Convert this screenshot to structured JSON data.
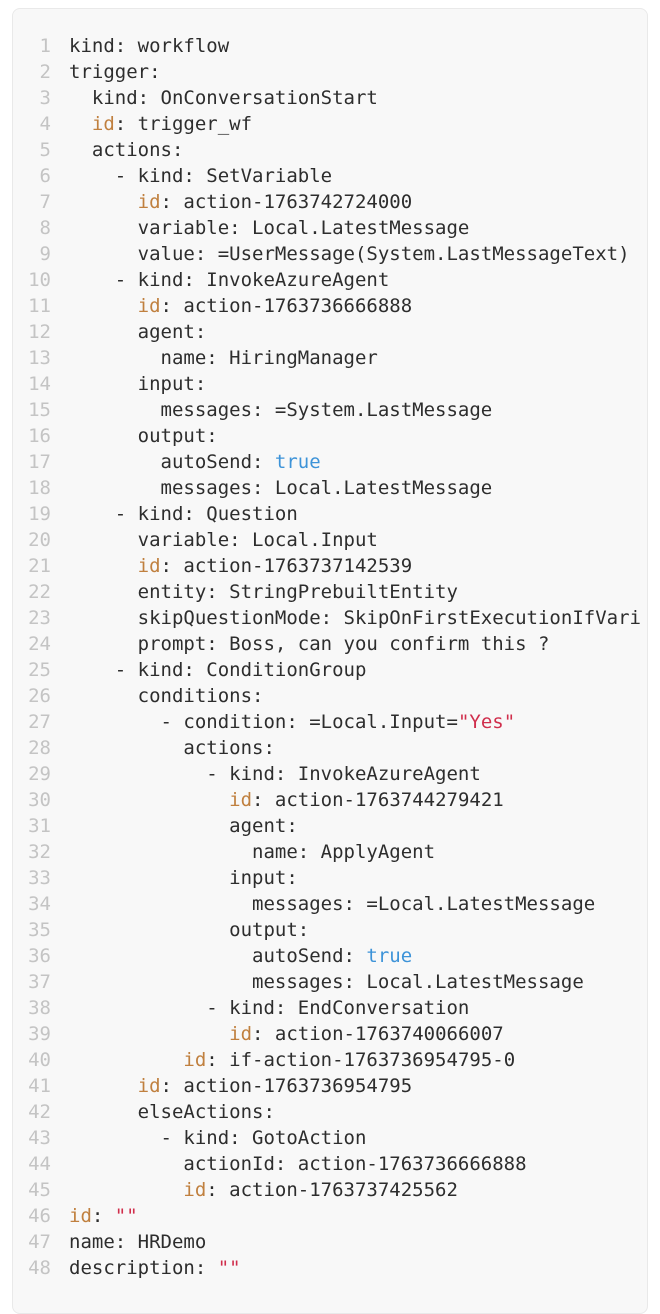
{
  "page": {
    "background": "#ffffff"
  },
  "editor": {
    "language": "yaml",
    "background": "#f8f8f8",
    "border_color": "#e9e9e9",
    "text_color": "#2d2d2d",
    "line_number_color": "#c4c4c4",
    "token_colors": {
      "id_key": "#c0803f",
      "boolean": "#3d93d8",
      "string": "#d02e4c"
    },
    "lines": [
      {
        "n": 1,
        "segs": [
          [
            "p",
            "kind: workflow"
          ]
        ]
      },
      {
        "n": 2,
        "segs": [
          [
            "p",
            "trigger:"
          ]
        ]
      },
      {
        "n": 3,
        "segs": [
          [
            "p",
            "  kind: OnConversationStart"
          ]
        ]
      },
      {
        "n": 4,
        "segs": [
          [
            "p",
            "  "
          ],
          [
            "id",
            "id"
          ],
          [
            "p",
            ": trigger_wf"
          ]
        ]
      },
      {
        "n": 5,
        "segs": [
          [
            "p",
            "  actions:"
          ]
        ]
      },
      {
        "n": 6,
        "segs": [
          [
            "p",
            "    - kind: SetVariable"
          ]
        ]
      },
      {
        "n": 7,
        "segs": [
          [
            "p",
            "      "
          ],
          [
            "id",
            "id"
          ],
          [
            "p",
            ": action-1763742724000"
          ]
        ]
      },
      {
        "n": 8,
        "segs": [
          [
            "p",
            "      variable: Local.LatestMessage"
          ]
        ]
      },
      {
        "n": 9,
        "segs": [
          [
            "p",
            "      value: =UserMessage(System.LastMessageText)"
          ]
        ]
      },
      {
        "n": 10,
        "segs": [
          [
            "p",
            "    - kind: InvokeAzureAgent"
          ]
        ]
      },
      {
        "n": 11,
        "segs": [
          [
            "p",
            "      "
          ],
          [
            "id",
            "id"
          ],
          [
            "p",
            ": action-1763736666888"
          ]
        ]
      },
      {
        "n": 12,
        "segs": [
          [
            "p",
            "      agent:"
          ]
        ]
      },
      {
        "n": 13,
        "segs": [
          [
            "p",
            "        name: HiringManager"
          ]
        ]
      },
      {
        "n": 14,
        "segs": [
          [
            "p",
            "      input:"
          ]
        ]
      },
      {
        "n": 15,
        "segs": [
          [
            "p",
            "        messages: =System.LastMessage"
          ]
        ]
      },
      {
        "n": 16,
        "segs": [
          [
            "p",
            "      output:"
          ]
        ]
      },
      {
        "n": 17,
        "segs": [
          [
            "p",
            "        autoSend: "
          ],
          [
            "b",
            "true"
          ]
        ]
      },
      {
        "n": 18,
        "segs": [
          [
            "p",
            "        messages: Local.LatestMessage"
          ]
        ]
      },
      {
        "n": 19,
        "segs": [
          [
            "p",
            "    - kind: Question"
          ]
        ]
      },
      {
        "n": 20,
        "segs": [
          [
            "p",
            "      variable: Local.Input"
          ]
        ]
      },
      {
        "n": 21,
        "segs": [
          [
            "p",
            "      "
          ],
          [
            "id",
            "id"
          ],
          [
            "p",
            ": action-1763737142539"
          ]
        ]
      },
      {
        "n": 22,
        "segs": [
          [
            "p",
            "      entity: StringPrebuiltEntity"
          ]
        ]
      },
      {
        "n": 23,
        "segs": [
          [
            "p",
            "      skipQuestionMode: SkipOnFirstExecutionIfVari"
          ]
        ]
      },
      {
        "n": 24,
        "segs": [
          [
            "p",
            "      prompt: Boss, can you confirm this ?"
          ]
        ]
      },
      {
        "n": 25,
        "segs": [
          [
            "p",
            "    - kind: ConditionGroup"
          ]
        ]
      },
      {
        "n": 26,
        "segs": [
          [
            "p",
            "      conditions:"
          ]
        ]
      },
      {
        "n": 27,
        "segs": [
          [
            "p",
            "        - condition: =Local.Input="
          ],
          [
            "s",
            "\"Yes\""
          ]
        ]
      },
      {
        "n": 28,
        "segs": [
          [
            "p",
            "          actions:"
          ]
        ]
      },
      {
        "n": 29,
        "segs": [
          [
            "p",
            "            - kind: InvokeAzureAgent"
          ]
        ]
      },
      {
        "n": 30,
        "segs": [
          [
            "p",
            "              "
          ],
          [
            "id",
            "id"
          ],
          [
            "p",
            ": action-1763744279421"
          ]
        ]
      },
      {
        "n": 31,
        "segs": [
          [
            "p",
            "              agent:"
          ]
        ]
      },
      {
        "n": 32,
        "segs": [
          [
            "p",
            "                name: ApplyAgent"
          ]
        ]
      },
      {
        "n": 33,
        "segs": [
          [
            "p",
            "              input:"
          ]
        ]
      },
      {
        "n": 34,
        "segs": [
          [
            "p",
            "                messages: =Local.LatestMessage"
          ]
        ]
      },
      {
        "n": 35,
        "segs": [
          [
            "p",
            "              output:"
          ]
        ]
      },
      {
        "n": 36,
        "segs": [
          [
            "p",
            "                autoSend: "
          ],
          [
            "b",
            "true"
          ]
        ]
      },
      {
        "n": 37,
        "segs": [
          [
            "p",
            "                messages: Local.LatestMessage"
          ]
        ]
      },
      {
        "n": 38,
        "segs": [
          [
            "p",
            "            - kind: EndConversation"
          ]
        ]
      },
      {
        "n": 39,
        "segs": [
          [
            "p",
            "              "
          ],
          [
            "id",
            "id"
          ],
          [
            "p",
            ": action-1763740066007"
          ]
        ]
      },
      {
        "n": 40,
        "segs": [
          [
            "p",
            "          "
          ],
          [
            "id",
            "id"
          ],
          [
            "p",
            ": if-action-1763736954795-0"
          ]
        ]
      },
      {
        "n": 41,
        "segs": [
          [
            "p",
            "      "
          ],
          [
            "id",
            "id"
          ],
          [
            "p",
            ": action-1763736954795"
          ]
        ]
      },
      {
        "n": 42,
        "segs": [
          [
            "p",
            "      elseActions:"
          ]
        ]
      },
      {
        "n": 43,
        "segs": [
          [
            "p",
            "        - kind: GotoAction"
          ]
        ]
      },
      {
        "n": 44,
        "segs": [
          [
            "p",
            "          actionId: action-1763736666888"
          ]
        ]
      },
      {
        "n": 45,
        "segs": [
          [
            "p",
            "          "
          ],
          [
            "id",
            "id"
          ],
          [
            "p",
            ": action-1763737425562"
          ]
        ]
      },
      {
        "n": 46,
        "segs": [
          [
            "id",
            "id"
          ],
          [
            "p",
            ": "
          ],
          [
            "s",
            "\"\""
          ]
        ]
      },
      {
        "n": 47,
        "segs": [
          [
            "p",
            "name: HRDemo"
          ]
        ]
      },
      {
        "n": 48,
        "segs": [
          [
            "p",
            "description: "
          ],
          [
            "s",
            "\"\""
          ]
        ]
      }
    ]
  }
}
